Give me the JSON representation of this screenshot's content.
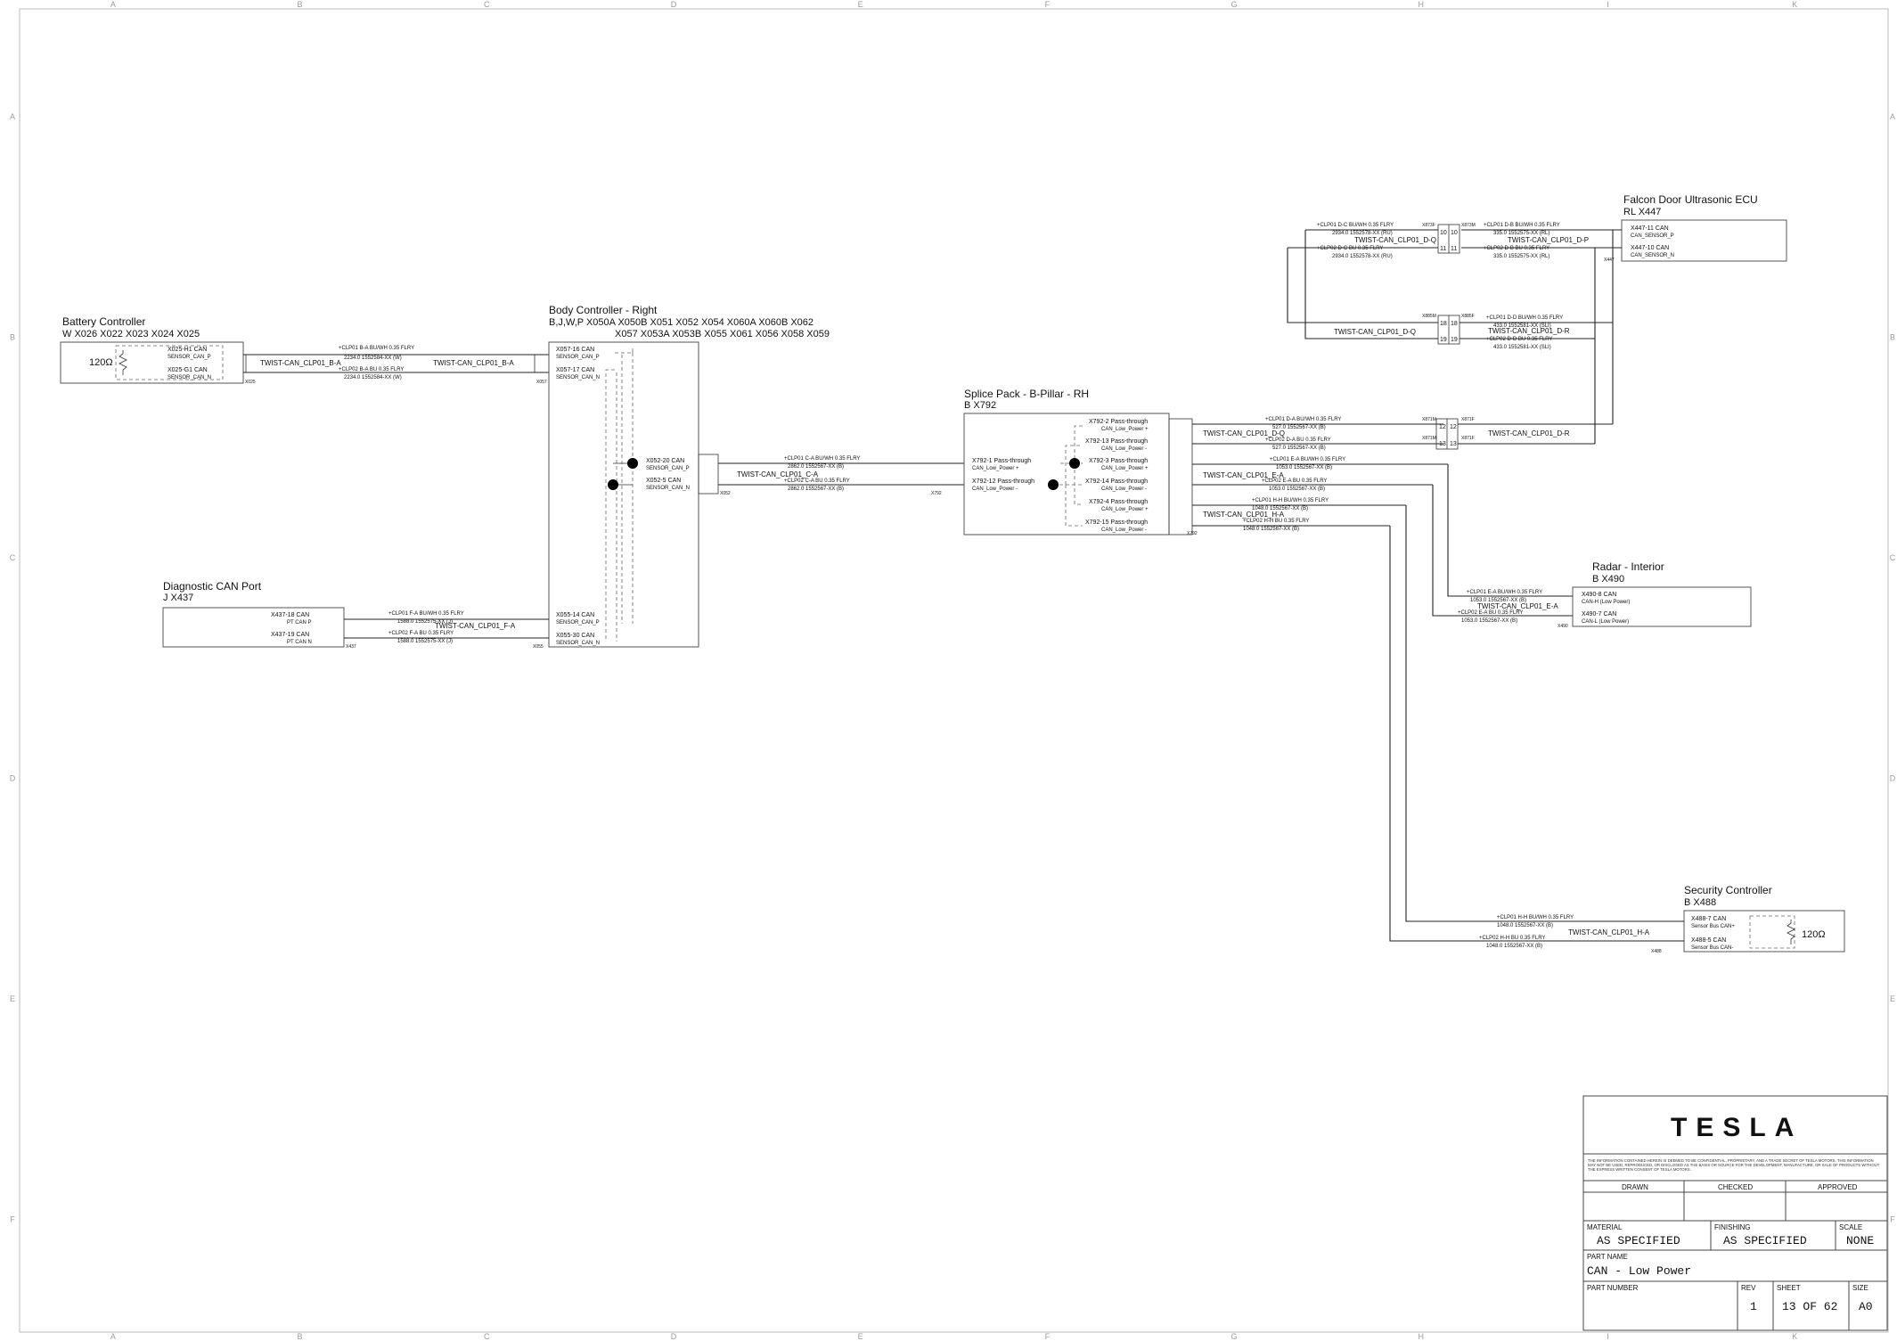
{
  "grid": {
    "columns": [
      "A",
      "B",
      "C",
      "D",
      "E",
      "F",
      "G",
      "H",
      "I",
      "K"
    ],
    "rows": [
      "A",
      "B",
      "C",
      "D",
      "E",
      "F"
    ]
  },
  "battery_controller": {
    "title": "Battery Controller",
    "subtitle": "W        X026   X022   X023   X024   X025",
    "resistor": "120Ω",
    "pin1": "X025-H1 CAN",
    "pin1_sig": "SENSOR_CAN_P",
    "pin2": "X025-G1 CAN",
    "pin2_sig": "SENSOR_CAN_N",
    "conn": "X025"
  },
  "wire_bc": {
    "twist_left": "TWIST-CAN_CLP01_B-A",
    "twist_right": "TWIST-CAN_CLP01_B-A",
    "w1_top": "+CLP01 B-A    BU/WH    0.35    FLRY",
    "w1_bot": "2234.0    1552584-XX (W)",
    "w2_top": "+CLP02 B-A    BU    0.35    FLRY",
    "w2_bot": "2234.0    1552584-XX (W)"
  },
  "body_controller": {
    "title": "Body Controller - Right",
    "sub1": "B,J,W,P           X050A   X050B   X051   X052   X054   X060A   X060B   X062",
    "sub2": "X057   X053A   X053B   X055   X061   X056   X058   X059",
    "p1": "X057-16 CAN",
    "p1s": "SENSOR_CAN_P",
    "p2": "X057-17 CAN",
    "p2s": "SENSOR_CAN_N",
    "p3": "X052-20 CAN",
    "p3s": "SENSOR_CAN_P",
    "p4": "X052-5 CAN",
    "p4s": "SENSOR_CAN_N",
    "p5": "X055-14 CAN",
    "p5s": "SENSOR_CAN_P",
    "p6": "X055-30 CAN",
    "p6s": "SENSOR_CAN_N",
    "c1": "X057",
    "c2": "X052",
    "c3": "X055"
  },
  "diag_port": {
    "title": "Diagnostic CAN Port",
    "subtitle": "J        X437",
    "p1": "X437-18 CAN",
    "p1s": "PT CAN P",
    "p2": "X437-19 CAN",
    "p2s": "PT CAN N",
    "conn": "X437",
    "twist": "TWIST-CAN_CLP01_F-A",
    "w1_top": "+CLP01 F-A    BU/WH    0.35    FLRY",
    "w1_bot": "1588.0    1552575-XX (J)",
    "w2_top": "+CLP02 F-A    BU    0.35    FLRY",
    "w2_bot": "1588.0    1552575-XX (J)"
  },
  "wire_bs": {
    "twist": "TWIST-CAN_CLP01_C-A",
    "w1_top": "+CLP01 C-A    BU/WH    0.35    FLRY",
    "w1_bot": "2862.0    1552567-XX (B)",
    "w2_top": "+CLP02 C-A    BU    0.35    FLRY",
    "w2_bot": "2862.0    1552567-XX (B)"
  },
  "splice_pack": {
    "title": "Splice Pack - B-Pillar - RH",
    "subtitle": "B        X792",
    "in1": "X792-1 Pass-through",
    "in1s": "CAN_Low_Power +",
    "in2": "X792-12 Pass-through",
    "in2s": "CAN_Low_Power -",
    "o1": "X792-2 Pass-through",
    "o1s": "CAN_Low_Power +",
    "o2": "X792-13 Pass-through",
    "o2s": "CAN_Low_Power -",
    "o3": "X792-3 Pass-through",
    "o3s": "CAN_Low_Power +",
    "o4": "X792-14 Pass-through",
    "o4s": "CAN_Low_Power -",
    "o5": "X792-4 Pass-through",
    "o5s": "CAN_Low_Power +",
    "o6": "X792-15 Pass-through",
    "o6s": "CAN_Low_Power -",
    "conn": "X792"
  },
  "wire_sd": {
    "twist_a": "TWIST-CAN_CLP01_D-Q",
    "a1_top": "+CLP01 D-A    BU/WH    0.35    FLRY",
    "a1_bot": "527.0    1552567-XX (B)",
    "a2_top": "+CLP02 D-A    BU    0.35    FLRY",
    "a2_bot": "527.0    1552567-XX (B)",
    "twist_b": "TWIST-CAN_CLP01_E-A",
    "b1_top": "+CLP01 E-A    BU/WH    0.35    FLRY",
    "b1_bot": "1053.0    1552567-XX (B)",
    "b2_top": "+CLP02 E-A    BU    0.35    FLRY",
    "b2_bot": "1053.0    1552567-XX (B)",
    "twist_c": "TWIST-CAN_CLP01_H-A",
    "c1_top": "+CLP01 H-H    BU/WH    0.35    FLRY",
    "c1_bot": "1048.0    1552567-XX (B)",
    "c2_top": "+CLP02 H-H    BU    0.35    FLRY",
    "c2_bot": "1048.0    1552567-XX (B)",
    "inline_top": "X871M",
    "inline_bot": "X871M",
    "inline_r_top": "X871F",
    "inline_r_bot": "X871F",
    "pin_12": "12",
    "pin_13": "13",
    "twist_dr": "TWIST-CAN_CLP01_D-R"
  },
  "falcon_door": {
    "title": "Falcon Door Ultrasonic ECU",
    "subtitle": "RL        X447",
    "p1": "X447-11 CAN",
    "p1s": "CAN_SENSOR_P",
    "p2": "X447-10 CAN",
    "p2s": "CAN_SENSOR_N",
    "conn": "X447",
    "twist_l": "TWIST-CAN_CLP01_D-Q",
    "twist_r": "TWIST-CAN_CLP01_D-P",
    "l1_top": "+CLP01 D-C    BU/WH    0.35    FLRY",
    "l1_bot": "2934.0    1552578-XX (RU)",
    "l2_top": "+CLP02 D-C    BU    0.35    FLRY",
    "l2_bot": "2934.0    1552578-XX (RU)",
    "r1_top": "+CLP01 D-B    BU/WH    0.35    FLRY",
    "r1_bot": "335.0    1552575-XX (RL)",
    "r2_top": "+CLP02 D-B    BU    0.35    FLRY",
    "r2_bot": "335.0    1552575-XX (RL)",
    "ix_l": "X873F",
    "ix_r": "X873M",
    "pin_10": "10",
    "pin_11": "11",
    "twist_q2": "TWIST-CAN_CLP01_D-Q",
    "twist_r2": "TWIST-CAN_CLP01_D-R",
    "q1_top": "+CLP01 D-D    BU/WH    0.35    FLRY",
    "q1_bot": "433.0    1552581-XX (SLI)",
    "q2_top": "+CLP02 D-D    BU    0.35    FLRY",
    "q2_bot": "433.0    1552581-XX (SLI)",
    "iy_l": "X885M",
    "iy_r": "X885F",
    "pin_18": "18",
    "pin_19": "19"
  },
  "radar": {
    "title": "Radar - Interior",
    "subtitle": "B        X490",
    "p1": "X490-8 CAN",
    "p1s": "CAN-H (Low Power)",
    "p2": "X490-7 CAN",
    "p2s": "CAN-L (Low Power)",
    "conn": "X490",
    "twist": "TWIST-CAN_CLP01_E-A",
    "w1_top": "+CLP01 E-A    BU/WH    0.35    FLRY",
    "w1_bot": "1053.0    1552567-XX (B)",
    "w2_top": "+CLP02 E-A    BU    0.35    FLRY",
    "w2_bot": "1053.0    1552567-XX (B)"
  },
  "security": {
    "title": "Security Controller",
    "subtitle": "B        X488",
    "p1": "X488-7 CAN",
    "p1s": "Sensor Bus CAN+",
    "p2": "X488-5 CAN",
    "p2s": "Sensor Bus CAN-",
    "resistor": "120Ω",
    "conn": "X488",
    "twist": "TWIST-CAN_CLP01_H-A",
    "w1_top": "+CLP01 H-H    BU/WH    0.35    FLRY",
    "w1_bot": "1048.0    1552567-XX (B)",
    "w2_top": "+CLP02 H-H    BU    0.35    FLRY",
    "w2_bot": "1048.0    1552567-XX (B)"
  },
  "title_block": {
    "brand": "TESLA",
    "notice": "THE INFORMATION CONTAINED HEREIN IS DEEMED TO BE CONFIDENTIAL, PROPRIETARY, AND A TRADE SECRET OF TESLA MOTORS. THIS INFORMATION MAY NOT BE USED, REPRODUCED, OR DISCLOSED AS THE BASIS OR SOURCE FOR THE DEVELOPMENT, MANUFACTURE, OR SALE OF PRODUCTS WITHOUT THE EXPRESS WRITTEN CONSENT OF TESLA MOTORS.",
    "drawn": "DRAWN",
    "checked": "CHECKED",
    "approved": "APPROVED",
    "material_label": "MATERIAL",
    "material": "AS SPECIFIED",
    "finishing_label": "FINISHING",
    "finishing": "AS SPECIFIED",
    "scale_label": "SCALE",
    "scale": "NONE",
    "part_name_label": "PART NAME",
    "part_name": "CAN - Low Power",
    "part_number_label": "PART NUMBER",
    "rev_label": "REV",
    "rev": "1",
    "sheet_label": "SHEET",
    "sheet": "13 OF 62",
    "size_label": "SIZE",
    "size": "A0"
  }
}
